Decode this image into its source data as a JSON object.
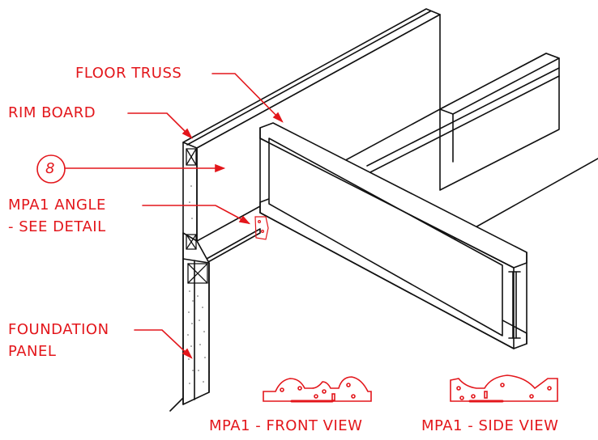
{
  "colors": {
    "callout": "#e3161b",
    "linework": "#111111",
    "paper": "#ffffff"
  },
  "labels": {
    "floor_truss": "FLOOR TRUSS",
    "rim_board": "RIM BOARD",
    "detail_number": "8",
    "angle_line1": "MPA1  ANGLE",
    "angle_line2": "- SEE DETAIL",
    "foundation_line1": "FOUNDATION",
    "foundation_line2": "PANEL",
    "front_view": "MPA1  - FRONT VIEW",
    "side_view": "MPA1  - SIDE VIEW"
  }
}
